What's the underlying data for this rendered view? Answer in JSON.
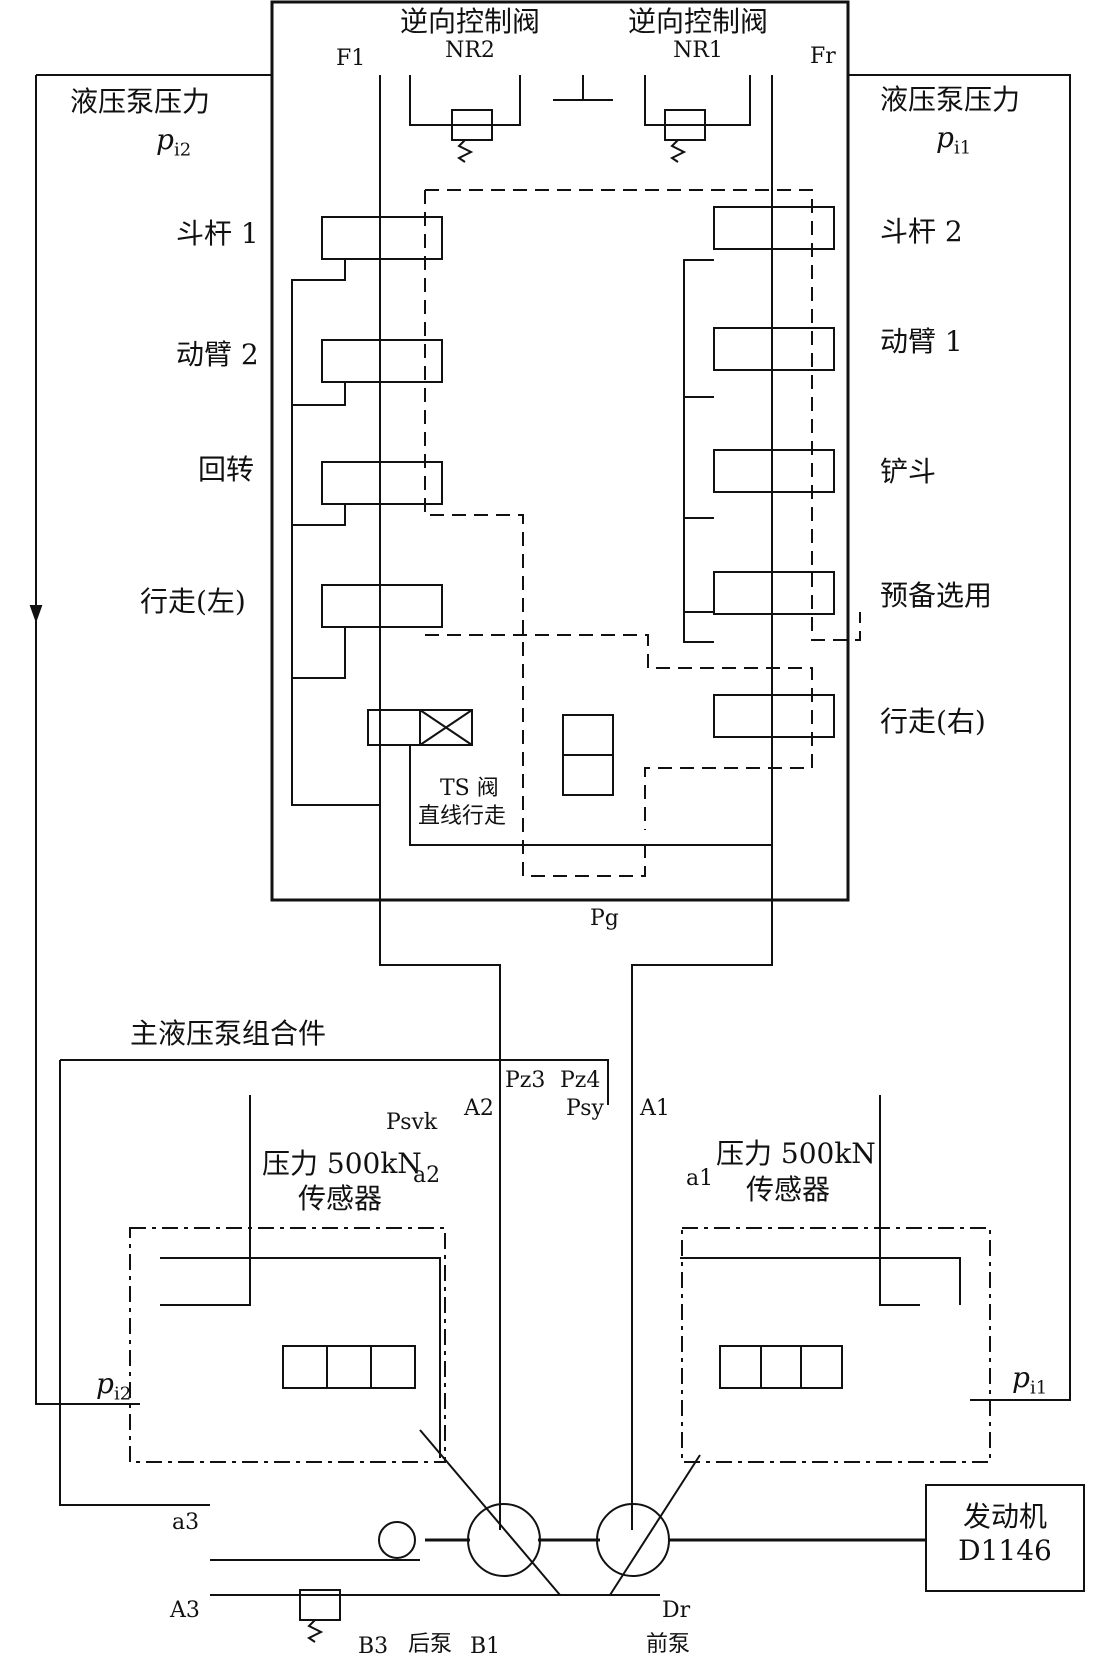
{
  "valves": {
    "nr2_title": "逆向控制阀",
    "nr2_code": "NR2",
    "nr1_title": "逆向控制阀",
    "nr1_code": "NR1"
  },
  "ports": {
    "f1": "F1",
    "fr": "Fr",
    "pg": "Pg",
    "pz3": "Pz3",
    "pz4": "Pz4",
    "psy": "Psy",
    "psvk": "Psvk",
    "a2": "A2",
    "a1": "A1",
    "a2_lower": "a2",
    "a1_lower": "a1",
    "a3_lower": "a3",
    "a3_upper": "A3",
    "dr": "Dr"
  },
  "pump_pressure_left": {
    "text": "液压泵压力",
    "symbol": "p",
    "sub": "i2"
  },
  "pump_pressure_right": {
    "text": "液压泵压力",
    "symbol": "p",
    "sub": "i1"
  },
  "left_spools": [
    "斗杆 1",
    "动臂 2",
    "回转",
    "行走(左)"
  ],
  "right_spools": [
    "斗杆 2",
    "动臂 1",
    "铲斗",
    "预备选用",
    "行走(右)"
  ],
  "ts_valve": {
    "line1": "TS 阀",
    "line2": "直线行走"
  },
  "pump_assembly_title": "主液压泵组合件",
  "sensor_left": {
    "line1": "压力 500kN",
    "line2": "传感器"
  },
  "sensor_right": {
    "line1": "压力 500kN",
    "line2": "传感器"
  },
  "pi2_symbol": "p",
  "pi2_sub": "i2",
  "pi1_symbol": "p",
  "pi1_sub": "i1",
  "bottom_labels": {
    "b3": "B3",
    "rear_pump": "后泵",
    "b1": "B1",
    "front_pump": "前泵"
  },
  "engine": {
    "line1": "发动机",
    "line2": "D1146"
  }
}
